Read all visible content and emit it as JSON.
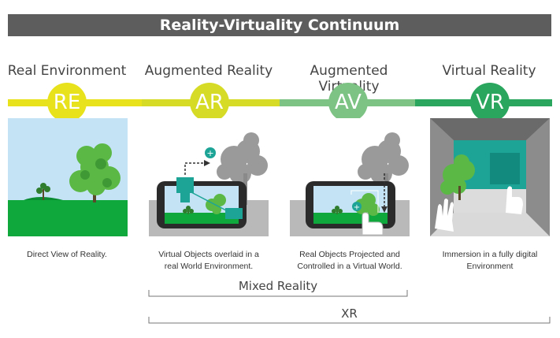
{
  "title": "Reality-Virtuality Continuum",
  "categories": [
    {
      "label": "Real Environment",
      "abbr": "RE",
      "color": "#e7e21c",
      "caption_lines": [
        "Direct View of Reality."
      ]
    },
    {
      "label": "Augmented Reality",
      "abbr": "AR",
      "color": "#d6dc26",
      "caption_lines": [
        "Virtual Objects overlaid in a",
        "real World Environment."
      ]
    },
    {
      "label": "Augmented Virtuality",
      "abbr": "AV",
      "color": "#7dc384",
      "caption_lines": [
        "Real Objects Projected and",
        "Controlled in a Virtual World."
      ]
    },
    {
      "label": "Virtual Reality",
      "abbr": "VR",
      "color": "#2aa65e",
      "caption_lines": [
        "Immersion in a fully digital",
        "Environment"
      ]
    }
  ],
  "brackets": {
    "mixed": "Mixed Reality",
    "xr": "XR"
  },
  "colors": {
    "title_bg": "#5d5d5d",
    "teal": "#1ea497",
    "grass": "#0fa83c",
    "sky": "#c4e4f6",
    "grey": "#b9b9b9"
  }
}
